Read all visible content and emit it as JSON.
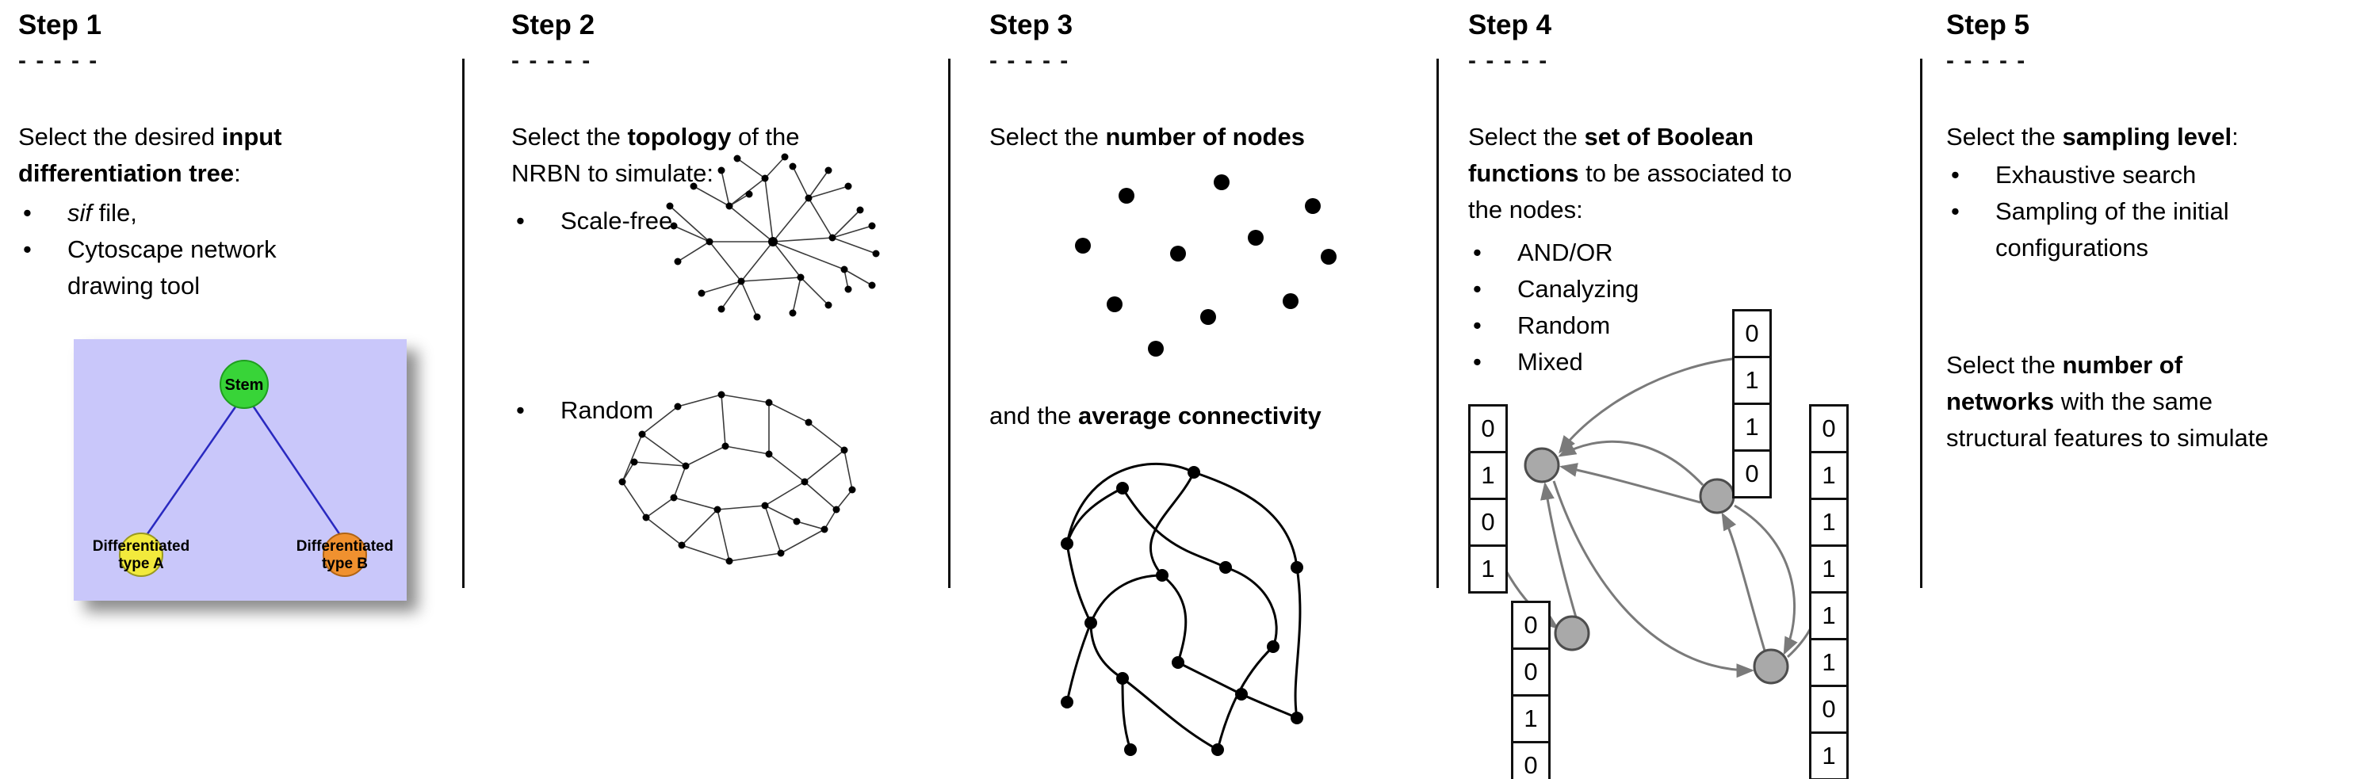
{
  "steps": [
    {
      "title": "Step 1",
      "dashes": "- - - - -",
      "intro_lines": [
        [
          {
            "t": "Select the desired "
          },
          {
            "t": "input",
            "b": true
          }
        ],
        [
          {
            "t": "differentiation tree",
            "b": true
          },
          {
            "t": ":"
          }
        ]
      ],
      "bullet_rows": [
        {
          "marker": "•",
          "segs": [
            {
              "t": "sif",
              "i": true
            },
            {
              "t": " file,"
            }
          ]
        },
        {
          "marker": "•",
          "segs": [
            {
              "t": "Cytoscape network"
            }
          ]
        },
        {
          "marker": "",
          "segs": [
            {
              "t": "drawing tool"
            }
          ]
        }
      ],
      "tree": {
        "root_label": "Stem",
        "left_label_1": "Differentiated",
        "left_label_2": "type A",
        "right_label_1": "Differentiated",
        "right_label_2": "type B",
        "colors": {
          "bg": "#c9c7fa",
          "root": "#38d438",
          "root_stroke": "#1f9e1f",
          "left": "#f2ea3c",
          "left_stroke": "#99991f",
          "right": "#f0912f",
          "right_stroke": "#b06414",
          "edge": "#2929c0"
        }
      }
    },
    {
      "title": "Step 2",
      "dashes": "- - - - -",
      "intro_lines": [
        [
          {
            "t": "Select the "
          },
          {
            "t": "topology",
            "b": true
          },
          {
            "t": " of the"
          }
        ],
        [
          {
            "t": "NRBN to simulate:"
          }
        ]
      ],
      "bullets": {
        "scale_free": "Scale-free",
        "random": "Random"
      }
    },
    {
      "title": "Step 3",
      "dashes": "- - - - -",
      "line_nodes": [
        {
          "t": "Select the "
        },
        {
          "t": "number of nodes",
          "b": true
        }
      ],
      "line_connectivity": [
        {
          "t": "and the "
        },
        {
          "t": "average connectivity",
          "b": true
        }
      ]
    },
    {
      "title": "Step 4",
      "dashes": "- - - - -",
      "intro_lines": [
        [
          {
            "t": "Select the "
          },
          {
            "t": "set of Boolean",
            "b": true
          }
        ],
        [
          {
            "t": "functions",
            "b": true
          },
          {
            "t": " to be associated to"
          }
        ],
        [
          {
            "t": "the nodes:"
          }
        ]
      ],
      "bullet_rows": [
        {
          "marker": "•",
          "segs": [
            {
              "t": "AND/OR"
            }
          ]
        },
        {
          "marker": "•",
          "segs": [
            {
              "t": "Canalyzing"
            }
          ]
        },
        {
          "marker": "•",
          "segs": [
            {
              "t": "Random"
            }
          ]
        },
        {
          "marker": "•",
          "segs": [
            {
              "t": "Mixed"
            }
          ]
        }
      ],
      "tables": {
        "left": [
          "0",
          "1",
          "0",
          "1"
        ],
        "top": [
          "0",
          "1",
          "1",
          "0"
        ],
        "bottom_left": [
          "0",
          "0",
          "1",
          "0"
        ],
        "right": [
          "0",
          "1",
          "1",
          "1",
          "1",
          "1",
          "0",
          "1"
        ]
      },
      "node_color": "#a9a9a9",
      "node_stroke": "#4d4d4d",
      "arrow_color": "#7a7a7a"
    },
    {
      "title": "Step 5",
      "dashes": "- - - - -",
      "intro_lines": [
        [
          {
            "t": "Select the "
          },
          {
            "t": "sampling level",
            "b": true
          },
          {
            "t": ":"
          }
        ]
      ],
      "bullet_rows": [
        {
          "marker": "•",
          "segs": [
            {
              "t": "Exhaustive search"
            }
          ]
        },
        {
          "marker": "•",
          "segs": [
            {
              "t": "Sampling of the initial"
            }
          ]
        },
        {
          "marker": "",
          "segs": [
            {
              "t": "configurations"
            }
          ]
        }
      ],
      "networks_lines": [
        [
          {
            "t": "Select the "
          },
          {
            "t": "number of",
            "b": true
          }
        ],
        [
          {
            "t": "networks",
            "b": true
          },
          {
            "t": " with the same"
          }
        ],
        [
          {
            "t": "structural features to simulate"
          }
        ]
      ]
    }
  ]
}
